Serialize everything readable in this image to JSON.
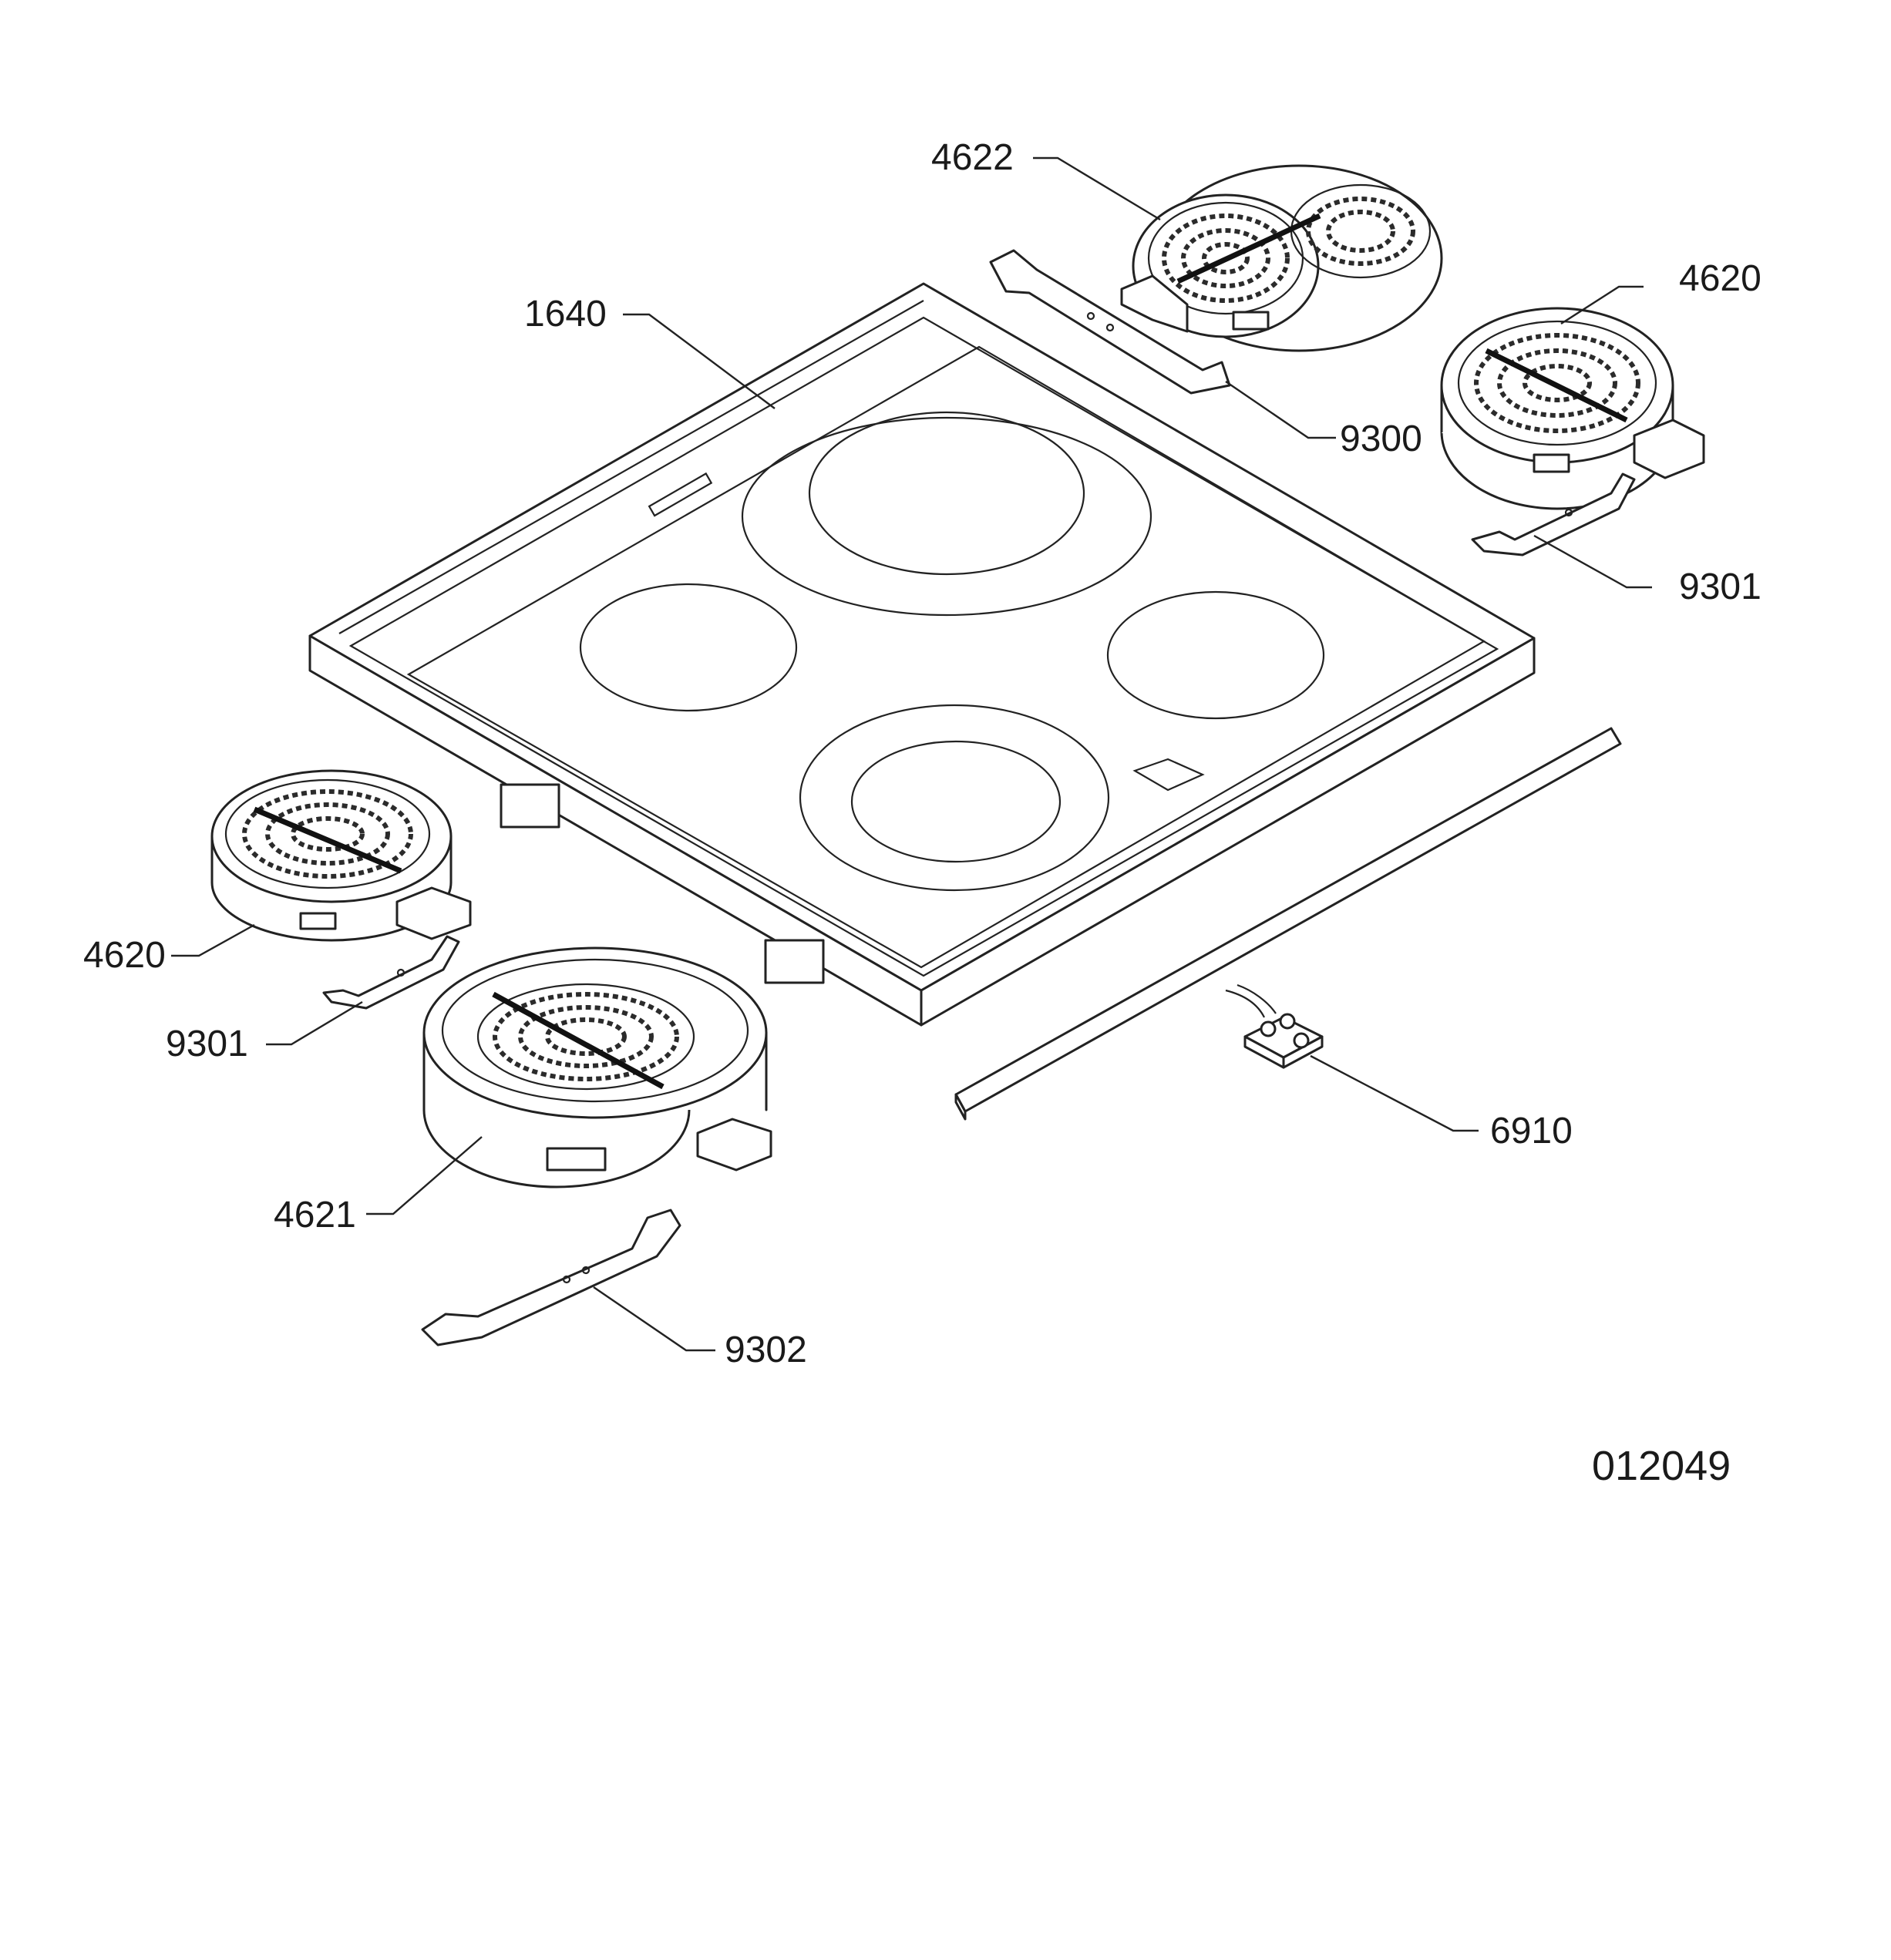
{
  "callouts": {
    "c4622": "4622",
    "c1640": "1640",
    "c4620_top": "4620",
    "c9300": "9300",
    "c9301_right": "9301",
    "c4620_left": "4620",
    "c9301_left": "9301",
    "c4621": "4621",
    "c9302": "9302",
    "c6910": "6910"
  },
  "diagram_number": "012049"
}
